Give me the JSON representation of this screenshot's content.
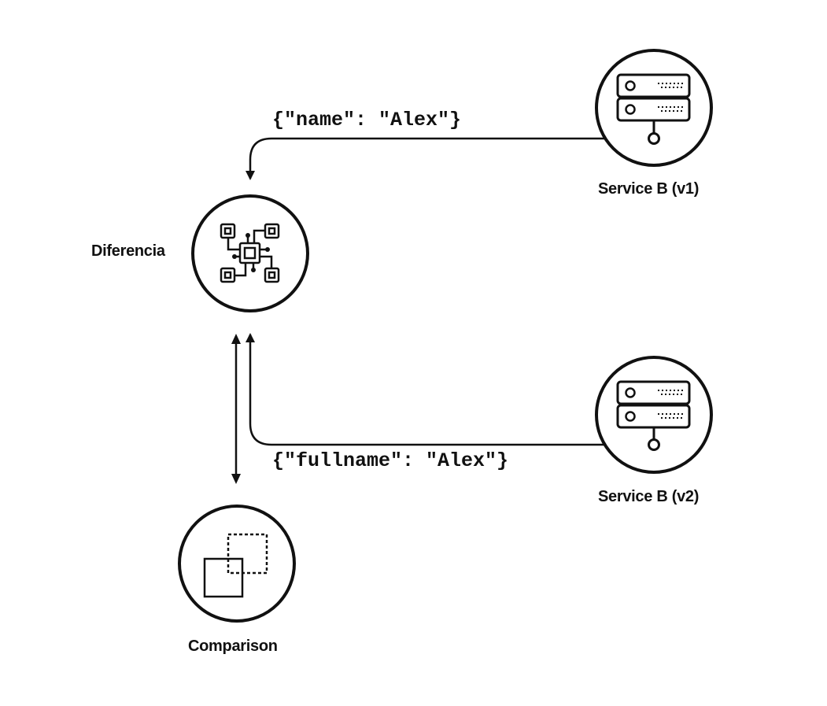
{
  "nodes": {
    "service_b_v1": {
      "label": "Service B (v1)",
      "icon": "server-icon"
    },
    "service_b_v2": {
      "label": "Service B (v2)",
      "icon": "server-icon"
    },
    "diferencia": {
      "label": "Diferencia",
      "icon": "circuit-chip-icon"
    },
    "comparison": {
      "label": "Comparison",
      "icon": "overlapping-squares-icon"
    }
  },
  "edges": {
    "v1_response": {
      "payload": "{\"name\": \"Alex\"}"
    },
    "v2_response": {
      "payload": "{\"fullname\": \"Alex\"}"
    }
  },
  "colors": {
    "stroke": "#111111",
    "background": "#ffffff"
  }
}
